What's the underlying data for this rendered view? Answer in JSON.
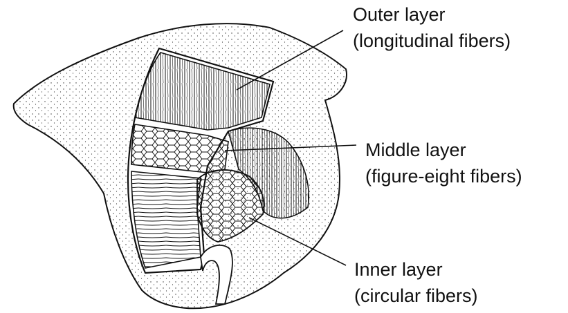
{
  "colors": {
    "line": "#111111",
    "paper": "#ffffff",
    "stipple": "#333333"
  },
  "labels": {
    "outer": {
      "line1": "Outer layer",
      "line2": "(longitudinal fibers)"
    },
    "middle": {
      "line1": "Middle layer",
      "line2": "(figure-eight fibers)"
    },
    "inner": {
      "line1": "Inner layer",
      "line2": "(circular fibers)"
    }
  }
}
